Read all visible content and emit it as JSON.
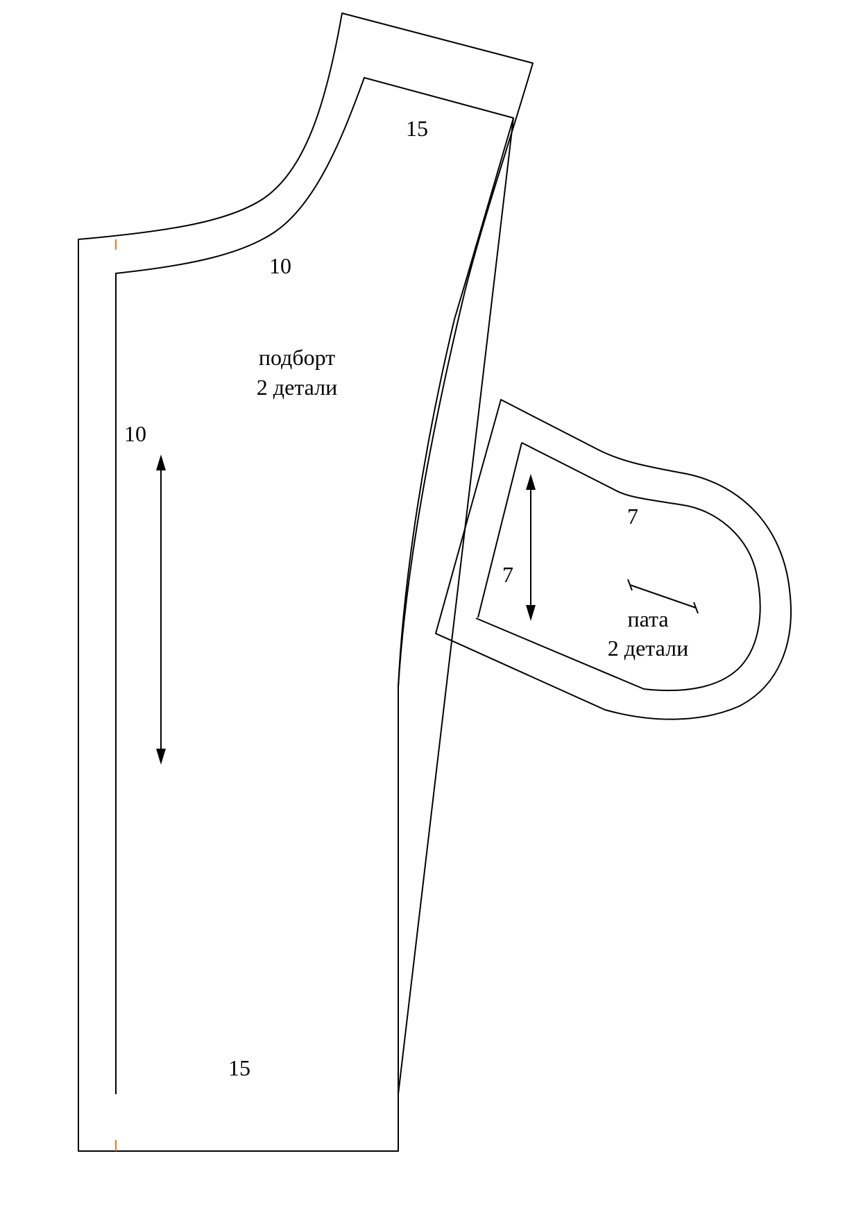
{
  "facing": {
    "title": "подборт",
    "count": "2 детали",
    "allowance_shoulder": "15",
    "allowance_neck": "10",
    "allowance_front_edge": "10",
    "allowance_hem": "15"
  },
  "flap": {
    "title": "пата",
    "count": "2 детали",
    "allowance_top": "7",
    "allowance_side": "7"
  },
  "colors": {
    "line": "#000000",
    "notch": "#e07b1a"
  }
}
